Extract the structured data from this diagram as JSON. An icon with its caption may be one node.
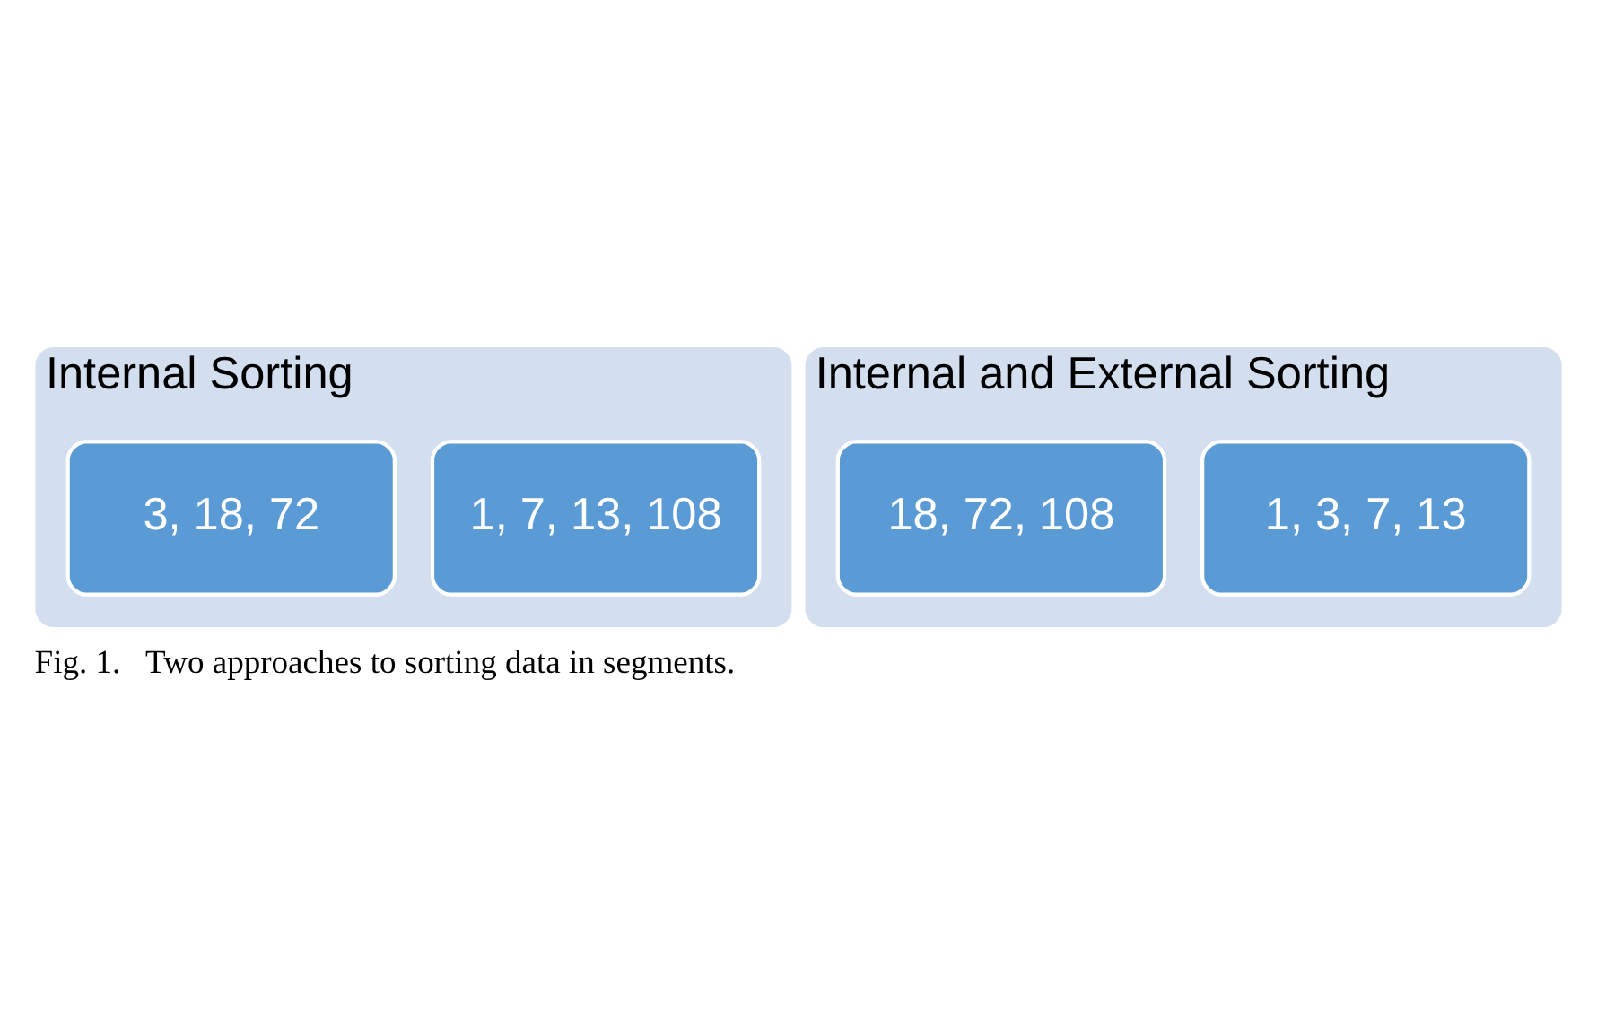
{
  "diagram": {
    "caption": "Fig. 1.   Two approaches to sorting data in segments.",
    "nodes": [
      {
        "text": [
          "Internal Sorting"
        ]
      },
      {
        "text": [
          "1, 7, 13, 108"
        ],
        "in": 0
      },
      {
        "text": [
          "3, 18, 72"
        ],
        "in": 0
      },
      {
        "text": [
          "Internal and External Sorting"
        ]
      },
      {
        "text": [
          "1, 3, 7, 13"
        ],
        "in": 3
      },
      {
        "text": [
          "18, 72, 108"
        ],
        "in": 3
      }
    ],
    "edges": []
  }
}
